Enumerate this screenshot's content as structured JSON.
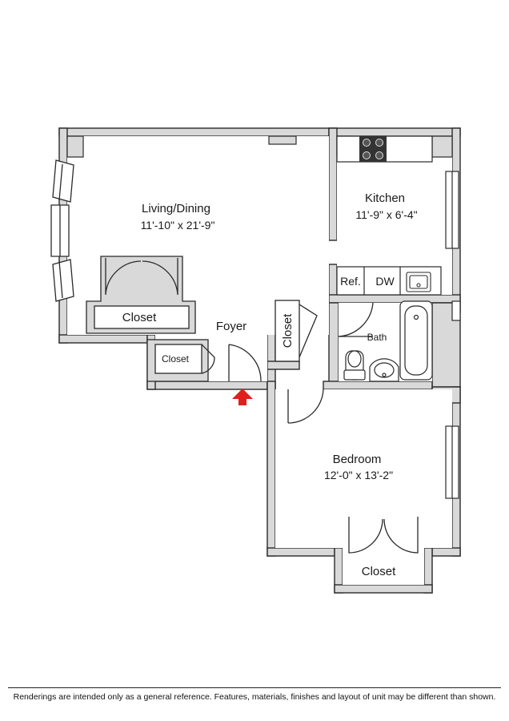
{
  "rooms": {
    "living": {
      "name": "Living/Dining",
      "dims": "11'-10\" x 21'-9\""
    },
    "kitchen": {
      "name": "Kitchen",
      "dims": "11'-9\" x 6'-4\""
    },
    "bedroom": {
      "name": "Bedroom",
      "dims": "12'-0\" x 13'-2\""
    },
    "foyer": {
      "name": "Foyer"
    },
    "bath": {
      "name": "Bath"
    },
    "closet_living": {
      "name": "Closet"
    },
    "closet_foyer_small": {
      "name": "Closet"
    },
    "closet_vertical": {
      "name": "Closet"
    },
    "closet_bedroom": {
      "name": "Closet"
    }
  },
  "appliances": {
    "refrigerator": "Ref.",
    "dishwasher": "DW"
  },
  "colors": {
    "wall": "#d9d9d9",
    "outline": "#2a2a2a",
    "entry_arrow": "#e0201b"
  },
  "disclaimer": "Renderings are intended only as a general reference. Features, materials, finishes and layout of unit may be different than shown."
}
